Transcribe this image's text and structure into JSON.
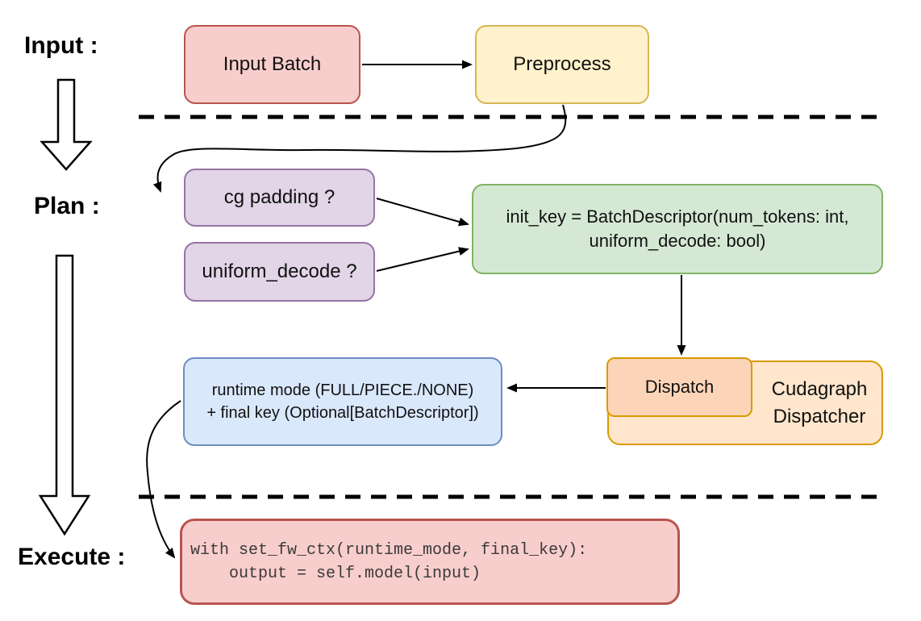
{
  "stages": [
    {
      "id": "input",
      "label": "Input :"
    },
    {
      "id": "plan",
      "label": "Plan :"
    },
    {
      "id": "execute",
      "label": "Execute :"
    }
  ],
  "nodes": {
    "input_batch": {
      "label": "Input Batch"
    },
    "preprocess": {
      "label": "Preprocess"
    },
    "cg_padding": {
      "label": "cg padding ?"
    },
    "uniform_decode": {
      "label": "uniform_decode ?"
    },
    "init_key": {
      "line1": "init_key = BatchDescriptor(num_tokens: int,",
      "line2": "uniform_decode: bool)"
    },
    "dispatch": {
      "label": "Dispatch"
    },
    "cudagraph_dispatcher": {
      "line1": "Cudagraph",
      "line2": "Dispatcher"
    },
    "runtime_mode": {
      "line1": "runtime mode (FULL/PIECE./NONE)",
      "line2": "+ final key (Optional[BatchDescriptor])"
    },
    "execute_code": {
      "line1": "with set_fw_ctx(runtime_mode, final_key):",
      "line2": "    output = self.model(input)"
    }
  },
  "edges": [
    {
      "from": "input_batch",
      "to": "preprocess"
    },
    {
      "from": "preprocess",
      "to": "cg_padding"
    },
    {
      "from": "cg_padding",
      "to": "init_key"
    },
    {
      "from": "uniform_decode",
      "to": "init_key"
    },
    {
      "from": "init_key",
      "to": "dispatch"
    },
    {
      "from": "dispatch",
      "to": "runtime_mode"
    },
    {
      "from": "runtime_mode",
      "to": "execute_code"
    }
  ],
  "colors": {
    "red_fill": "#f8cecc",
    "red_border": "#b85450",
    "yellow_fill": "#fff2cc",
    "yellow_border": "#d6b656",
    "purple_fill": "#e1d5e7",
    "purple_border": "#9673a6",
    "green_fill": "#d5e8d4",
    "green_border": "#82b366",
    "blue_fill": "#dae8fc",
    "blue_border": "#6c8ebf",
    "orange_outer_fill": "#ffe6cc",
    "orange_inner_fill": "#fcd5b8",
    "orange_border": "#d79b00",
    "connector": "#000000",
    "code_text": "#3a3a3a"
  }
}
